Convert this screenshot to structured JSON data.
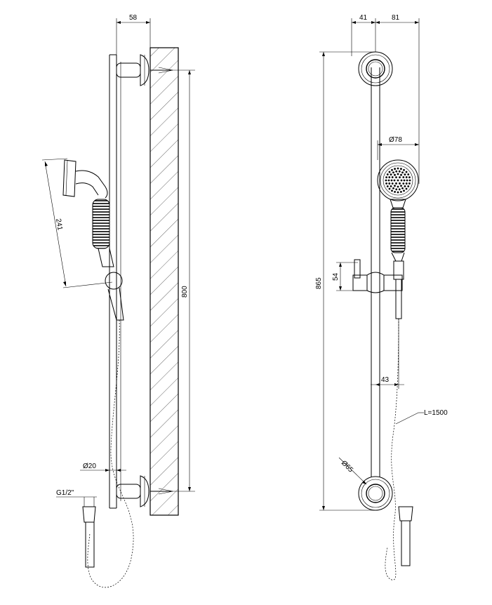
{
  "side_view": {
    "dim_projection": "58",
    "dim_bar_length": "800",
    "dim_handshower_length": "241",
    "dim_bar_diameter": "Ø20",
    "dim_connection": "G1/2\""
  },
  "front_view": {
    "dim_wall_to_axis": "41",
    "dim_axis_to_head": "81",
    "dim_head_diameter": "Ø78",
    "dim_total_height": "865",
    "dim_holder_height": "54",
    "dim_holder_offset": "43",
    "dim_hose_length": "L=1500",
    "dim_flange_diameter": "Ø65"
  }
}
